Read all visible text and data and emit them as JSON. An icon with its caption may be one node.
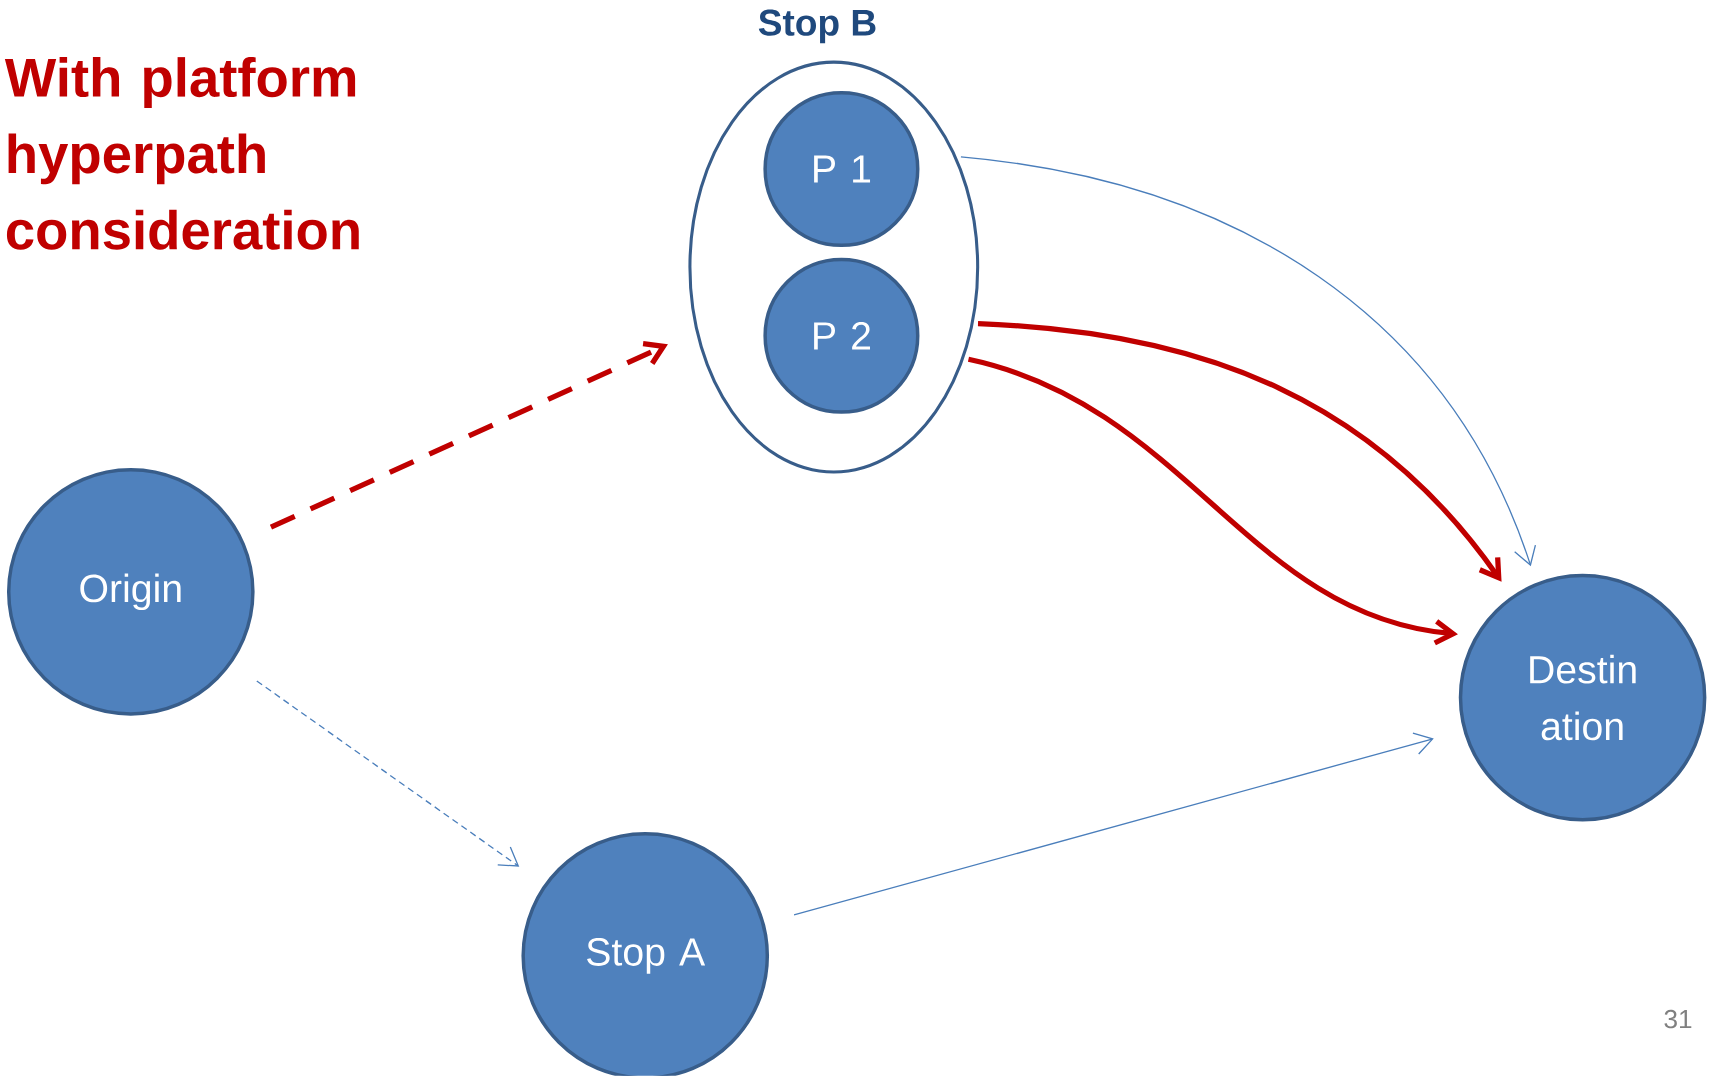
{
  "diagram": {
    "title": "With platform hyperpath consideration",
    "nodes": [
      {
        "text": [
          "Stop B"
        ]
      },
      {
        "text": [
          "P 1"
        ],
        "in": 0
      },
      {
        "text": [
          "P 2"
        ],
        "in": 0
      },
      {
        "text": [
          "Origin"
        ]
      },
      {
        "text": [
          "Stop A"
        ]
      },
      {
        "text": [
          "Destin ation"
        ]
      }
    ],
    "edges": [
      {
        "from": 3,
        "to": 0,
        "arrow": "to",
        "style": "dashed",
        "color": "#c00000"
      },
      {
        "from": 3,
        "to": 4,
        "arrow": "to",
        "style": "dashed",
        "color": "#4a7ebb"
      },
      {
        "from": 0,
        "to": 5,
        "arrow": "to",
        "color": "#4a7ebb"
      },
      {
        "from": 0,
        "to": 5,
        "arrow": "to",
        "style": "thick",
        "color": "#c00000"
      },
      {
        "from": 0,
        "to": 5,
        "arrow": "to",
        "style": "thick",
        "color": "#c00000"
      },
      {
        "from": 4,
        "to": 5,
        "arrow": "to",
        "color": "#4a7ebb"
      }
    ],
    "labels": [
      "31"
    ]
  }
}
